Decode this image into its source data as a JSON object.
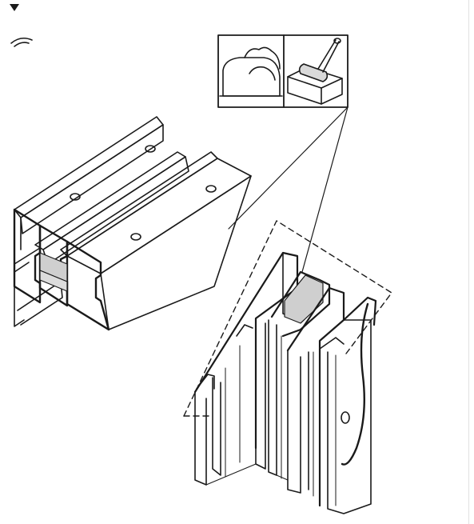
{
  "page": {
    "background": "#ffffff",
    "line_color": "#1a1a1a",
    "sealant_color": "#cfcfcf",
    "divider_color": "#e2e2e2"
  },
  "controls": {
    "toggle_icon": "caret-down-icon"
  },
  "illustration": {
    "subject": "aluminium-profile-assembly",
    "inset_panels": [
      "hand-applying-sealant",
      "roller-in-tray"
    ]
  }
}
